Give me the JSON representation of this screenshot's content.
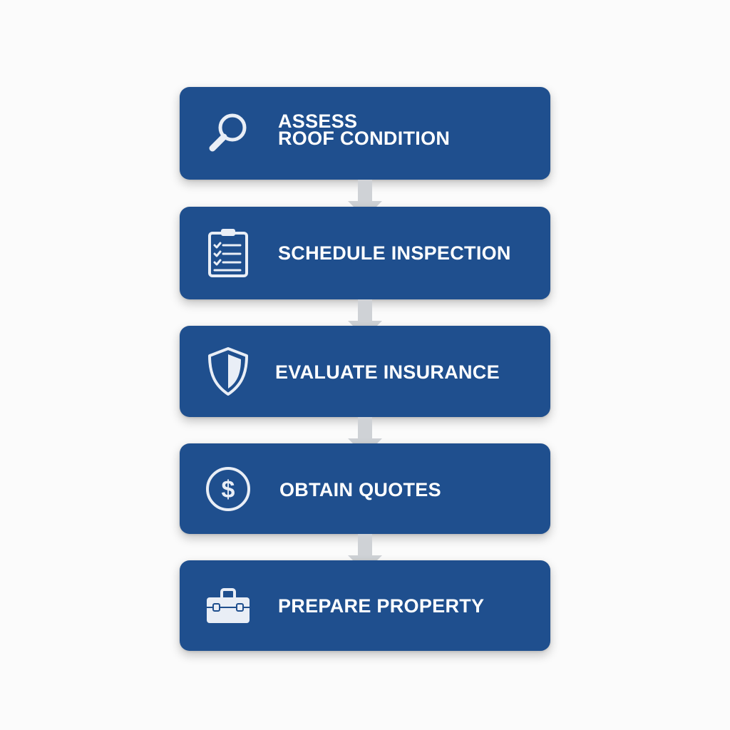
{
  "colors": {
    "background": "#fbfbfb",
    "step_fill": "#1f4f8e",
    "text": "#ffffff",
    "icon": "#e9eef6",
    "connector": "#cfd2d6"
  },
  "steps": [
    {
      "line1": "ASSESS",
      "line2": "ROOF CONDITION",
      "icon": "magnifier-icon"
    },
    {
      "line1": "SCHEDULE INSPECTION",
      "line2": "",
      "icon": "clipboard-checklist-icon"
    },
    {
      "line1": "EVALUATE INSURANCE",
      "line2": "",
      "icon": "shield-icon"
    },
    {
      "line1": "OBTAIN QUOTES",
      "line2": "",
      "icon": "dollar-circle-icon"
    },
    {
      "line1": "PREPARE PROPERTY",
      "line2": "",
      "icon": "toolbox-icon"
    }
  ]
}
